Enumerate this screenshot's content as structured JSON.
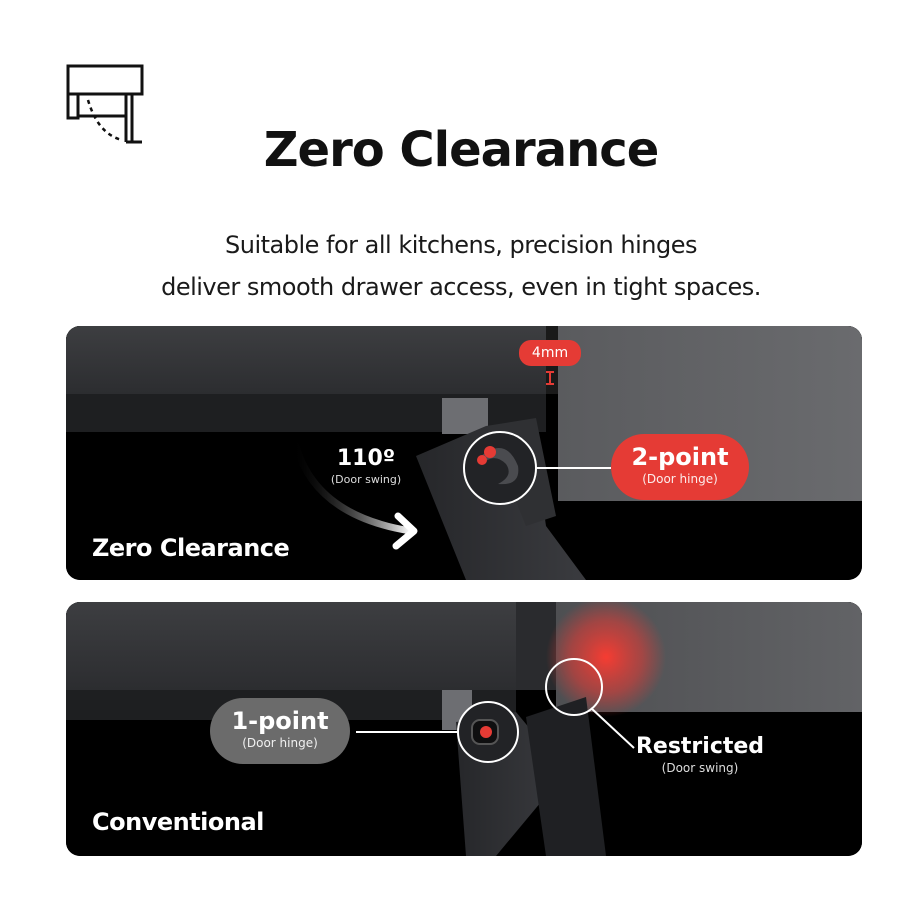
{
  "header": {
    "icon": "cabinet-hinge-icon",
    "title": "Zero Clearance",
    "subtitle_line1": "Suitable for all kitchens, precision hinges",
    "subtitle_line2": "deliver smooth drawer access, even in tight spaces."
  },
  "panel_zero": {
    "label": "Zero Clearance",
    "gap_badge": "4mm",
    "angle": "110º",
    "angle_caption": "(Door swing)",
    "hinge_main": "2-point",
    "hinge_sub": "(Door hinge)",
    "accent": "#e53b35"
  },
  "panel_conventional": {
    "label": "Conventional",
    "hinge_main": "1-point",
    "hinge_sub": "(Door hinge)",
    "restricted_main": "Restricted",
    "restricted_sub": "(Door swing)",
    "pill_color": "#6b6b6b"
  }
}
